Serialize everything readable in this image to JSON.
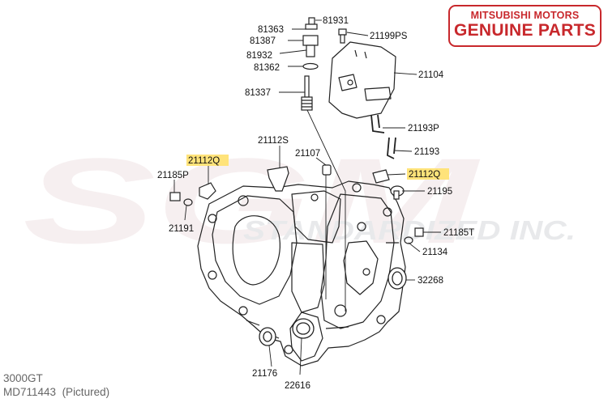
{
  "badge": {
    "line1": "MITSUBISHI MOTORS",
    "line2": "GENUINE PARTS",
    "color": "#c8282c"
  },
  "watermark": {
    "logo": "SGM",
    "tagline": "STANDARDIZED INC."
  },
  "caption": {
    "model": "3000GT",
    "part_number": "MD711443",
    "note": "(Pictured)"
  },
  "labels": [
    "81363",
    "81931",
    "81387",
    "21199PS",
    "81932",
    "81362",
    "21104",
    "81337",
    "21193P",
    "21112S",
    "21107",
    "21193",
    "21112Q",
    "21185P",
    "21112Q",
    "21195",
    "21191",
    "21185T",
    "21134",
    "32268",
    "21176",
    "22616"
  ],
  "highlight_color": "#ffe37a"
}
